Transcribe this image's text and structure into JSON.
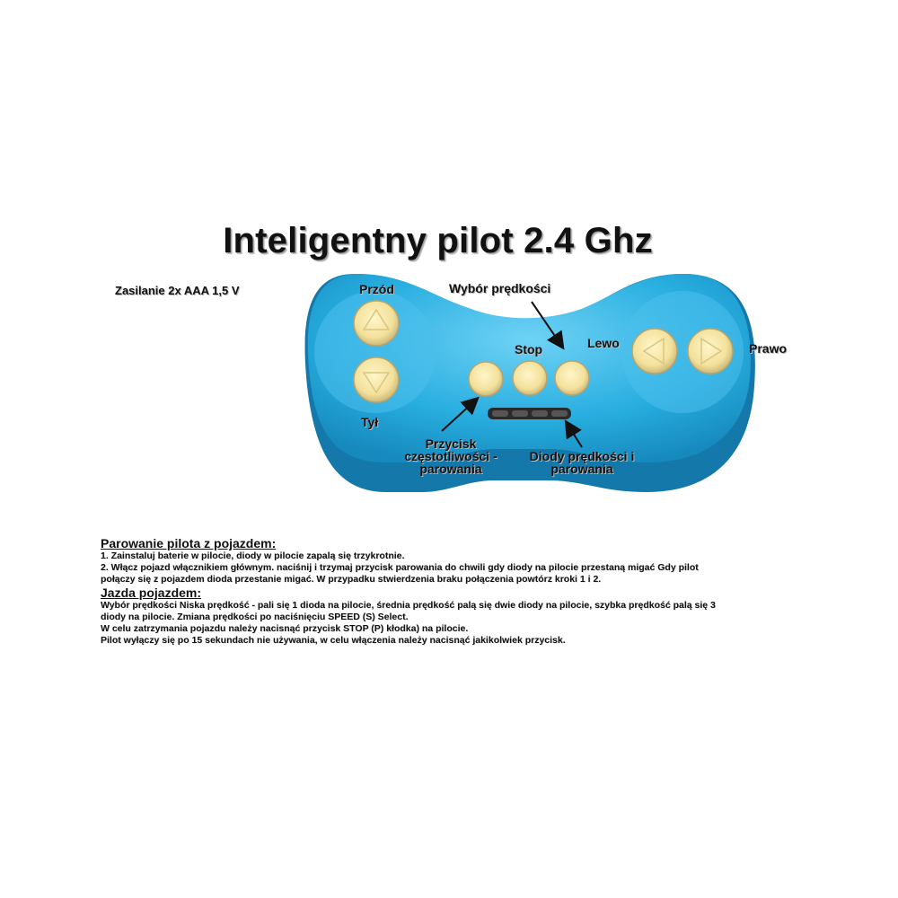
{
  "title": "Inteligentny pilot 2.4 Ghz",
  "power_note": "Zasilanie 2x AAA 1,5 V",
  "labels": {
    "forward": "Przód",
    "back": "Tył",
    "speed_select": "Wybór prędkości",
    "stop": "Stop",
    "left": "Lewo",
    "right": "Prawo",
    "frequency_button": [
      "Przycisk",
      "częstotliwości -",
      "parowania"
    ],
    "leds": [
      "Diody prędkości i",
      "parowania"
    ]
  },
  "colors": {
    "remote_body": "#1fa3d8",
    "remote_highlight": "#5cc8f0",
    "button_fill": "#f5e4a2",
    "button_edge": "#c9b77a",
    "led_bar": "#222222"
  },
  "icons": [
    "arrow-up-icon",
    "arrow-down-icon",
    "arrow-left-icon",
    "arrow-right-icon"
  ],
  "instructions": {
    "pairing_heading": "Parowanie pilota z pojazdem:",
    "pairing_lines": [
      "1. Zainstaluj baterie w pilocie, diody w pilocie zapalą się trzykrotnie.",
      "2. Włącz pojazd włącznikiem głównym.  naciśnij i trzymaj przycisk parowania do chwili gdy diody na pilocie przestaną migać Gdy pilot",
      "połączy się z pojazdem dioda  przestanie migać. W przypadku stwierdzenia braku połączenia powtórz kroki 1 i 2."
    ],
    "driving_heading": "Jazda pojazdem:",
    "driving_lines": [
      "Wybór prędkości Niska prędkość - pali się 1 dioda na pilocie, średnia prędkość palą się dwie diody na pilocie, szybka prędkość palą się 3",
      "diody na pilocie. Zmiana prędkości po naciśnięciu SPEED (S) Select.",
      "W celu zatrzymania pojazdu należy nacisnąć przycisk STOP (P) kłodka) na pilocie.",
      "Pilot wyłączy się po 15 sekundach nie używania, w celu włączenia należy  nacisnąć jakikolwiek przycisk."
    ]
  }
}
